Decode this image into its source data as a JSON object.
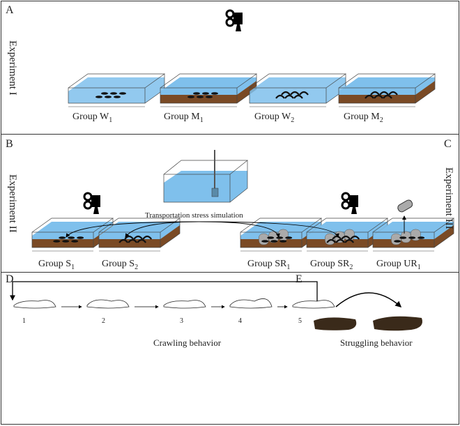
{
  "panels": {
    "A": "A",
    "B": "B",
    "C": "C",
    "D": "D",
    "E": "E"
  },
  "experiments": {
    "one": "Experiment I",
    "two": "Experiment II",
    "three": "Experiment III"
  },
  "groups_A": [
    {
      "name": "Group W",
      "sub": "1"
    },
    {
      "name": "Group M",
      "sub": "1"
    },
    {
      "name": "Group W",
      "sub": "2"
    },
    {
      "name": "Group M",
      "sub": "2"
    }
  ],
  "groups_B": [
    {
      "name": "Group  S",
      "sub": "1"
    },
    {
      "name": "Group  S",
      "sub": "2"
    }
  ],
  "groups_C": [
    {
      "name": "Group SR",
      "sub": "1"
    },
    {
      "name": "Group SR",
      "sub": "2"
    },
    {
      "name": "Group UR",
      "sub": "1"
    }
  ],
  "transport_label": "Transportation stress simulation",
  "crawl_steps": [
    "1",
    "2",
    "3",
    "4",
    "5"
  ],
  "crawl_label": "Crawling behavior",
  "struggle_label": "Struggling behavior",
  "colors": {
    "water": "#7fc0ec",
    "sediment": "#7a4a25",
    "cucumber": "#3a2a1a"
  },
  "icons": [
    "camera-icon"
  ]
}
